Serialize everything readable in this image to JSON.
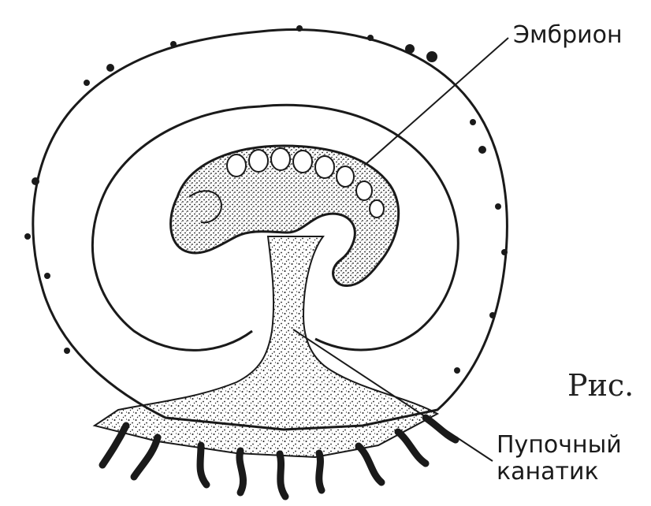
{
  "labels": {
    "embryo": "Эмбрион",
    "umbilical_cord_line1": "Пупочный",
    "umbilical_cord_line2": "канатик",
    "figure_caption": "Рис."
  },
  "colors": {
    "ink": "#1a1a1a",
    "background": "#ffffff"
  }
}
